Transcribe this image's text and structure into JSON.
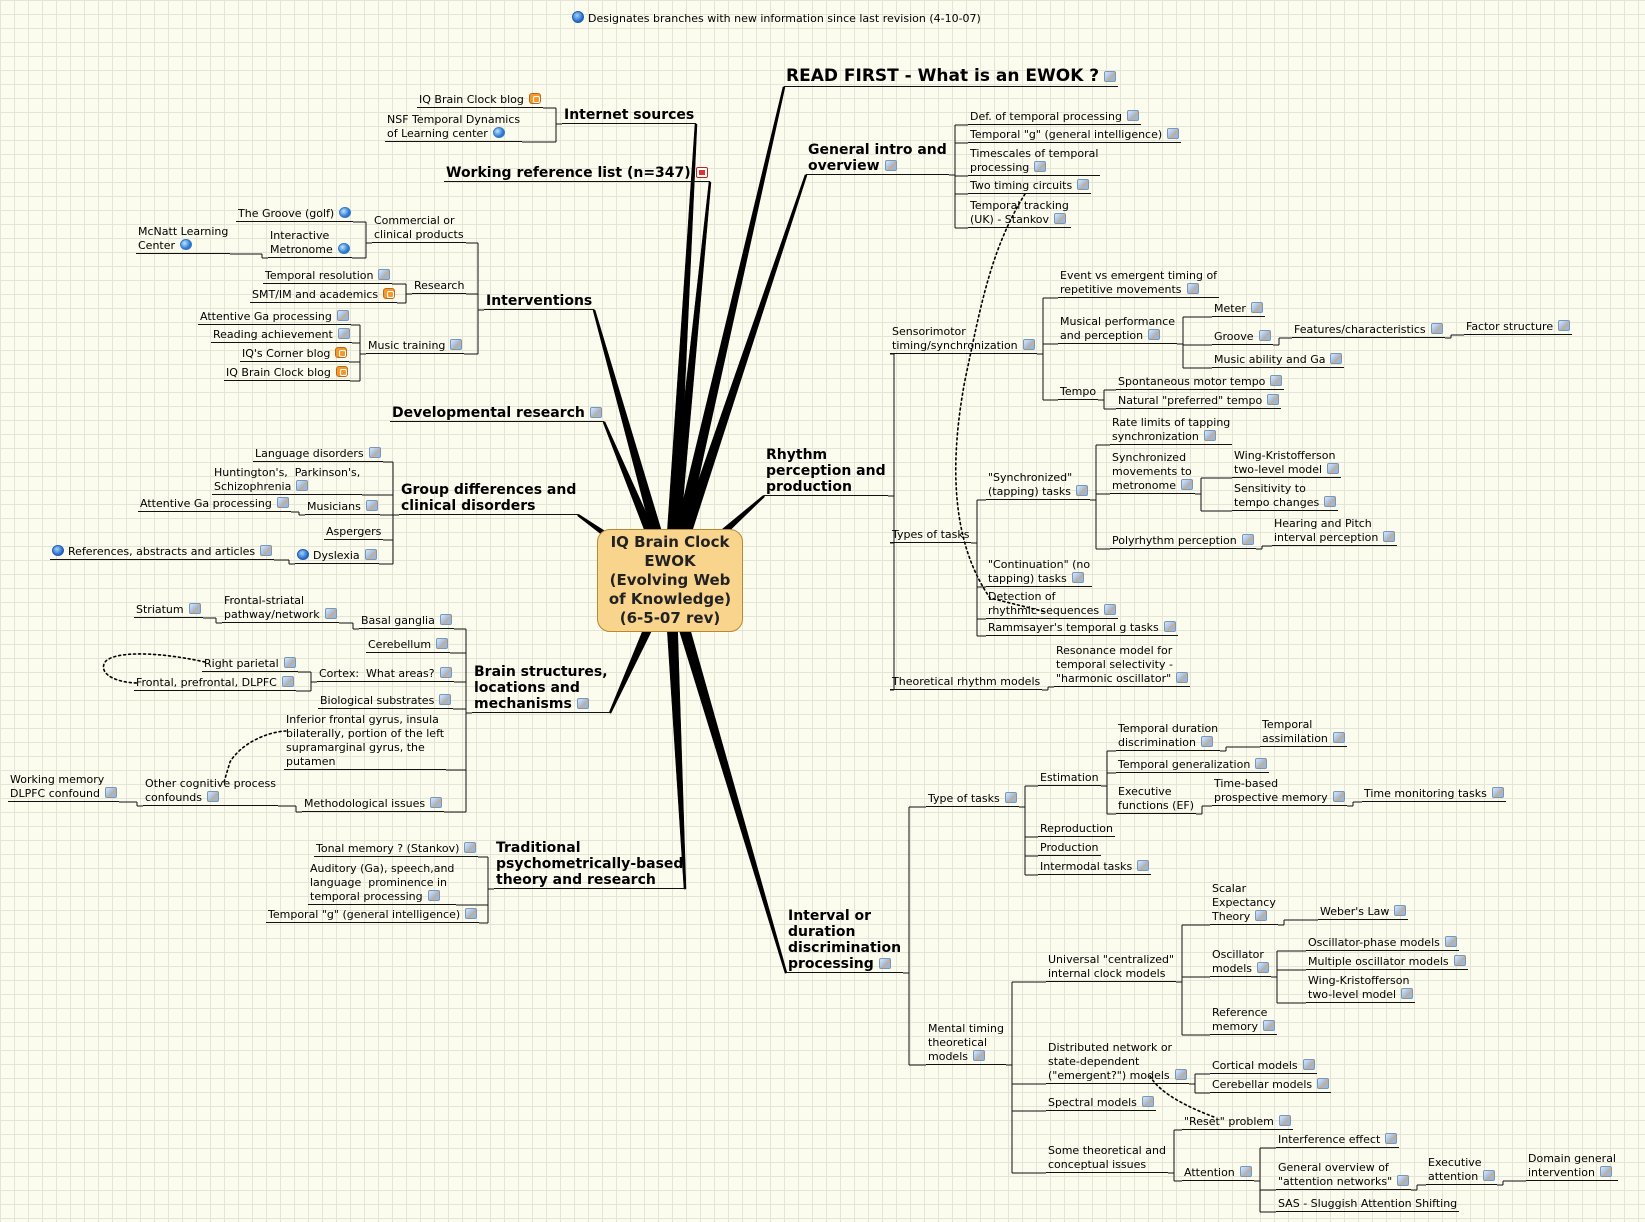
{
  "legend": {
    "text": "Designates branches with new information since last revision (4-10-07)"
  },
  "center": {
    "title": "IQ Brain Clock\nEWOK\n(Evolving Web\nof Knowledge)\n(6-5-07 rev)"
  },
  "nodes": [
    {
      "id": "read_first",
      "text": "READ FIRST - What is an EWOK ?",
      "icon": "note-icon"
    },
    {
      "id": "general_intro",
      "text": "General intro and\noverview",
      "icon": "note-icon"
    },
    {
      "id": "def_temporal",
      "text": "Def. of temporal processing",
      "icon": "note-icon"
    },
    {
      "id": "temporal_g",
      "text": "Temporal \"g\" (general intelligence)",
      "icon": "note-icon"
    },
    {
      "id": "timescales",
      "text": "Timescales of temporal\nprocessing",
      "icon": "note-icon"
    },
    {
      "id": "two_timing",
      "text": "Two timing circuits",
      "icon": "note-icon"
    },
    {
      "id": "temporal_tracking",
      "text": "Temporal tracking\n(UK) - Stankov",
      "icon": "note-icon"
    },
    {
      "id": "rhythm",
      "text": "Rhythm\nperception and\nproduction",
      "icon": ""
    },
    {
      "id": "sensorimotor",
      "text": "Sensorimotor\ntiming/synchronization",
      "icon": "note-icon"
    },
    {
      "id": "event_vs_emergent",
      "text": "Event vs emergent timing of\nrepetitive movements",
      "icon": "note-icon"
    },
    {
      "id": "musical_perf",
      "text": "Musical performance\nand perception",
      "icon": "note-icon"
    },
    {
      "id": "meter",
      "text": "Meter",
      "icon": "note-icon"
    },
    {
      "id": "groove",
      "text": "Groove",
      "icon": "note-icon"
    },
    {
      "id": "features",
      "text": "Features/characteristics",
      "icon": "note-icon"
    },
    {
      "id": "factor_structure",
      "text": "Factor structure",
      "icon": "note-icon"
    },
    {
      "id": "music_ability",
      "text": "Music ability and Ga",
      "icon": "note-icon"
    },
    {
      "id": "tempo",
      "text": "Tempo",
      "icon": ""
    },
    {
      "id": "spontaneous",
      "text": "Spontaneous motor tempo",
      "icon": "note-icon"
    },
    {
      "id": "natural_pref",
      "text": "Natural \"preferred\" tempo",
      "icon": "note-icon"
    },
    {
      "id": "types_of_tasks",
      "text": "Types of tasks",
      "icon": ""
    },
    {
      "id": "synchronized",
      "text": "\"Synchronized\"\n(tapping) tasks",
      "icon": "note-icon"
    },
    {
      "id": "rate_limits",
      "text": "Rate limits of tapping\nsynchronization",
      "icon": "note-icon"
    },
    {
      "id": "sync_movements",
      "text": "Synchronized\nmovements to\nmetronome",
      "icon": "note-icon"
    },
    {
      "id": "wing_krist_1",
      "text": "Wing-Kristofferson\ntwo-level model",
      "icon": "note-icon"
    },
    {
      "id": "sensitivity",
      "text": "Sensitivity to\ntempo changes",
      "icon": "note-icon"
    },
    {
      "id": "polyrhythm",
      "text": "Polyrhythm perception",
      "icon": "note-icon"
    },
    {
      "id": "hearing_pitch",
      "text": "Hearing and Pitch\ninterval perception",
      "icon": "note-icon"
    },
    {
      "id": "continuation",
      "text": "\"Continuation\" (no\ntapping) tasks",
      "icon": "note-icon"
    },
    {
      "id": "detection",
      "text": "Detection of\nrhythmic sequences",
      "icon": "note-icon"
    },
    {
      "id": "rammsayer",
      "text": "Rammsayer's temporal g tasks",
      "icon": "note-icon"
    },
    {
      "id": "theoretical_rhythm",
      "text": "Theoretical rhythm models",
      "icon": ""
    },
    {
      "id": "resonance",
      "text": "Resonance model for\ntemporal selectivity -\n\"harmonic oscillator\"",
      "icon": "note-icon"
    },
    {
      "id": "interval",
      "text": "Interval or\nduration\ndiscrimination\nprocessing",
      "icon": "note-icon"
    },
    {
      "id": "type_of_tasks",
      "text": "Type of tasks",
      "icon": "note-icon"
    },
    {
      "id": "estimation",
      "text": "Estimation",
      "icon": ""
    },
    {
      "id": "temporal_duration",
      "text": "Temporal duration\ndiscrimination",
      "icon": "note-icon"
    },
    {
      "id": "temporal_assim",
      "text": "Temporal\nassimilation",
      "icon": "note-icon"
    },
    {
      "id": "temporal_gen",
      "text": "Temporal generalization",
      "icon": "note-icon"
    },
    {
      "id": "exec_functions",
      "text": "Executive\nfunctions (EF)",
      "icon": ""
    },
    {
      "id": "time_based",
      "text": "Time-based\nprospective memory",
      "icon": "note-icon"
    },
    {
      "id": "time_monitoring",
      "text": "Time monitoring tasks",
      "icon": "note-icon"
    },
    {
      "id": "reproduction",
      "text": "Reproduction",
      "icon": ""
    },
    {
      "id": "production",
      "text": "Production",
      "icon": ""
    },
    {
      "id": "intermodal",
      "text": "Intermodal tasks",
      "icon": "note-icon"
    },
    {
      "id": "mental_timing",
      "text": "Mental timing\ntheoretical\nmodels",
      "icon": "note-icon"
    },
    {
      "id": "universal",
      "text": "Universal \"centralized\"\ninternal clock models",
      "icon": ""
    },
    {
      "id": "scalar",
      "text": "Scalar\nExpectancy\nTheory",
      "icon": "note-icon"
    },
    {
      "id": "webers",
      "text": "Weber's Law",
      "icon": "note-icon"
    },
    {
      "id": "oscillator",
      "text": "Oscillator\nmodels",
      "icon": "note-icon"
    },
    {
      "id": "osc_phase",
      "text": "Oscillator-phase models",
      "icon": "note-icon"
    },
    {
      "id": "multiple_osc",
      "text": "Multiple oscillator models",
      "icon": "note-icon"
    },
    {
      "id": "wing_krist_2",
      "text": "Wing-Kristofferson\ntwo-level model",
      "icon": "note-icon"
    },
    {
      "id": "reference_mem",
      "text": "Reference\nmemory",
      "icon": "note-icon"
    },
    {
      "id": "distributed",
      "text": "Distributed network or\nstate-dependent\n(\"emergent?\") models",
      "icon": "note-icon"
    },
    {
      "id": "cortical",
      "text": "Cortical models",
      "icon": "note-icon"
    },
    {
      "id": "cerebellar",
      "text": "Cerebellar models",
      "icon": "note-icon"
    },
    {
      "id": "spectral",
      "text": "Spectral models",
      "icon": "note-icon"
    },
    {
      "id": "some_theoretical",
      "text": "Some theoretical and\nconceptual issues",
      "icon": ""
    },
    {
      "id": "reset",
      "text": "\"Reset\" problem",
      "icon": "note-icon"
    },
    {
      "id": "attention",
      "text": "Attention",
      "icon": "note-icon"
    },
    {
      "id": "interference",
      "text": "Interference effect",
      "icon": "note-icon"
    },
    {
      "id": "general_overview",
      "text": "General overview of\n\"attention networks\"",
      "icon": "note-icon"
    },
    {
      "id": "exec_attention",
      "text": "Executive\nattention",
      "icon": "note-icon"
    },
    {
      "id": "domain_general",
      "text": "Domain general\nintervention",
      "icon": "note-icon"
    },
    {
      "id": "sas",
      "text": "SAS - Sluggish Attention Shifting",
      "icon": ""
    },
    {
      "id": "internet_sources",
      "text": "Internet sources",
      "icon": ""
    },
    {
      "id": "iq_blog_1",
      "text": "IQ Brain Clock blog",
      "icon": "blog-icon"
    },
    {
      "id": "nsf",
      "text": "NSF Temporal Dynamics\nof Learning center",
      "icon": "web-icon"
    },
    {
      "id": "working_ref",
      "text": "Working reference list (n=347)",
      "icon": "pdf-icon"
    },
    {
      "id": "interventions",
      "text": "Interventions",
      "icon": ""
    },
    {
      "id": "commercial",
      "text": "Commercial or\nclinical products",
      "icon": ""
    },
    {
      "id": "groove_golf",
      "text": "The Groove (golf)",
      "icon": "web-icon"
    },
    {
      "id": "interactive_metro",
      "text": "Interactive\nMetronome",
      "icon": "web-icon"
    },
    {
      "id": "mcnatt",
      "text": "McNatt Learning\nCenter",
      "icon": "web-icon"
    },
    {
      "id": "research",
      "text": "Research",
      "icon": ""
    },
    {
      "id": "temporal_res",
      "text": "Temporal resolution",
      "icon": "note-icon"
    },
    {
      "id": "smt_im",
      "text": "SMT/IM and academics",
      "icon": "blog-icon"
    },
    {
      "id": "music_training",
      "text": "Music training",
      "icon": "note-icon"
    },
    {
      "id": "attentive_ga_1",
      "text": "Attentive Ga processing",
      "icon": "note-icon"
    },
    {
      "id": "reading",
      "text": "Reading achievement",
      "icon": "note-icon"
    },
    {
      "id": "iqs_corner",
      "text": "IQ's Corner blog",
      "icon": "blog-icon"
    },
    {
      "id": "iq_blog_2",
      "text": "IQ Brain Clock blog",
      "icon": "blog-icon"
    },
    {
      "id": "developmental",
      "text": "Developmental research",
      "icon": "note-icon"
    },
    {
      "id": "group_diff",
      "text": "Group differences and\nclinical disorders",
      "icon": ""
    },
    {
      "id": "language_dis",
      "text": "Language disorders",
      "icon": "note-icon"
    },
    {
      "id": "huntingtons",
      "text": "Huntington's,  Parkinson's,\nSchizophrenia",
      "icon": "note-icon"
    },
    {
      "id": "musicians",
      "text": "Musicians",
      "icon": "note-icon"
    },
    {
      "id": "attentive_ga_2",
      "text": "Attentive Ga processing",
      "icon": "note-icon"
    },
    {
      "id": "aspergers",
      "text": "Aspergers",
      "icon": ""
    },
    {
      "id": "dyslexia",
      "text": "Dyslexia",
      "icon": "note-icon",
      "info": true
    },
    {
      "id": "references",
      "text": "References, abstracts and articles",
      "icon": "note-icon",
      "info": true
    },
    {
      "id": "brain_structures",
      "text": "Brain structures,\nlocations and\nmechanisms",
      "icon": "note-icon"
    },
    {
      "id": "basal_ganglia",
      "text": "Basal ganglia",
      "icon": "note-icon"
    },
    {
      "id": "frontal_striatal",
      "text": "Frontal-striatal\npathway/network",
      "icon": "note-icon"
    },
    {
      "id": "striatum",
      "text": "Striatum",
      "icon": "note-icon"
    },
    {
      "id": "cerebellum",
      "text": "Cerebellum",
      "icon": "note-icon"
    },
    {
      "id": "cortex",
      "text": "Cortex:  What areas?",
      "icon": "note-icon"
    },
    {
      "id": "right_parietal",
      "text": "Right parietal",
      "icon": "note-icon"
    },
    {
      "id": "frontal_pref",
      "text": "Frontal, prefrontal, DLPFC",
      "icon": "note-icon"
    },
    {
      "id": "bio_substrates",
      "text": "Biological substrates",
      "icon": "note-icon"
    },
    {
      "id": "inferior_frontal",
      "text": "Inferior frontal gyrus, insula\nbilaterally, portion of the left\nsupramarginal gyrus, the\nputamen",
      "icon": ""
    },
    {
      "id": "other_cognitive",
      "text": "Other cognitive process\nconfounds",
      "icon": "note-icon"
    },
    {
      "id": "working_memory",
      "text": "Working memory\nDLPFC confound",
      "icon": "note-icon"
    },
    {
      "id": "methodological",
      "text": "Methodological issues",
      "icon": "note-icon"
    },
    {
      "id": "traditional",
      "text": "Traditional\npsychometrically-based\ntheory and research",
      "icon": ""
    },
    {
      "id": "tonal_memory",
      "text": "Tonal memory ? (Stankov)",
      "icon": "note-icon"
    },
    {
      "id": "auditory",
      "text": "Auditory (Ga), speech,and\nlanguage  prominence in\ntemporal processing",
      "icon": "note-icon"
    },
    {
      "id": "temporal_g_2",
      "text": "Temporal \"g\" (general intelligence)",
      "icon": "note-icon"
    }
  ]
}
